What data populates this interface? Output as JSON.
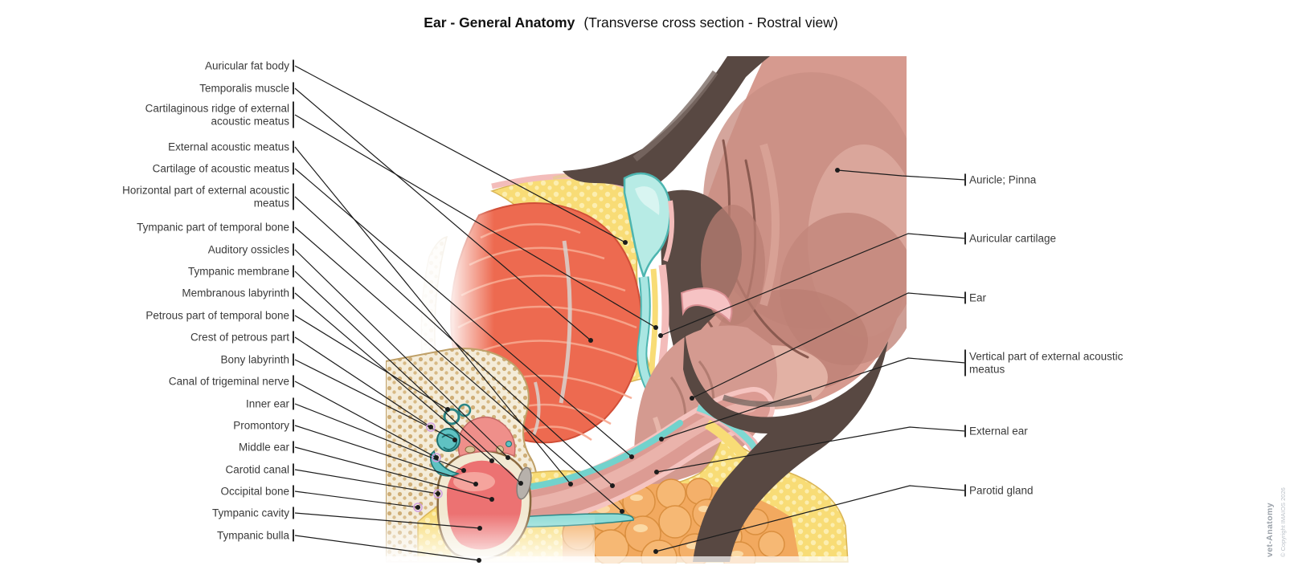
{
  "title": {
    "main": "Ear - General Anatomy",
    "subtitle": "(Transverse cross section - Rostral view)"
  },
  "watermark": {
    "brand": "vet-Anatomy",
    "copyright": "© Copyright IMAIOS 2026"
  },
  "figure": {
    "description": "Color illustration: transverse cross section of the ear, rostral view"
  },
  "labels": {
    "left": [
      {
        "text": "Auricular fat body"
      },
      {
        "text": "Temporalis muscle"
      },
      {
        "text": "Cartilaginous ridge of external acoustic meatus"
      },
      {
        "text": "External acoustic meatus"
      },
      {
        "text": "Cartilage of acoustic meatus"
      },
      {
        "text": "Horizontal part of external acoustic meatus"
      },
      {
        "text": "Tympanic part of temporal bone"
      },
      {
        "text": "Auditory ossicles"
      },
      {
        "text": "Tympanic membrane"
      },
      {
        "text": "Membranous labyrinth"
      },
      {
        "text": "Petrous part of temporal bone"
      },
      {
        "text": "Crest of petrous part"
      },
      {
        "text": "Bony labyrinth"
      },
      {
        "text": "Canal of trigeminal nerve"
      },
      {
        "text": "Inner ear"
      },
      {
        "text": "Promontory"
      },
      {
        "text": "Middle ear"
      },
      {
        "text": "Carotid canal"
      },
      {
        "text": "Occipital bone"
      },
      {
        "text": "Tympanic cavity"
      },
      {
        "text": "Tympanic bulla"
      }
    ],
    "right": [
      {
        "text": "Auricle; Pinna"
      },
      {
        "text": "Auricular cartilage"
      },
      {
        "text": "Ear"
      },
      {
        "text": "Vertical part of external acoustic meatus"
      },
      {
        "text": "External ear"
      },
      {
        "text": "Parotid gland"
      }
    ]
  },
  "colors": {
    "muscle": "#ed6a50",
    "fat": "#f8dc76",
    "cartilage": "#a9e6e2",
    "bone": "#f2e9d2",
    "skin_dark": "#584842",
    "pinna_flesh": "#d69a8f",
    "tympanic_cavity": "#ec7272",
    "parotid": "#f4b06a",
    "label_text": "#3a3a3a",
    "leader_line": "#1c1c1c"
  }
}
